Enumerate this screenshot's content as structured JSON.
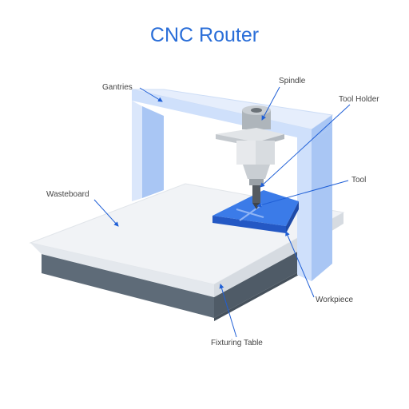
{
  "title": "CNC Router",
  "labels": {
    "gantries": "Gantries",
    "spindle": "Spindle",
    "tool_holder": "Tool Holder",
    "tool": "Tool",
    "wasteboard": "Wasteboard",
    "workpiece": "Workpiece",
    "fixturing_table": "Fixturing Table"
  },
  "colors": {
    "title": "#2a6ed8",
    "label_text": "#444444",
    "leader_line": "#1f5fd6",
    "gantry_front": "#cfe0fb",
    "gantry_side": "#a9c6f4",
    "wasteboard_top": "#f1f3f6",
    "table_front": "#5e6b78",
    "table_side": "#4f5b67",
    "workpiece": "#2f6fe0",
    "spindle_body": "#c9ced3",
    "spindle_dark": "#6b7278",
    "tool": "#555b61"
  }
}
